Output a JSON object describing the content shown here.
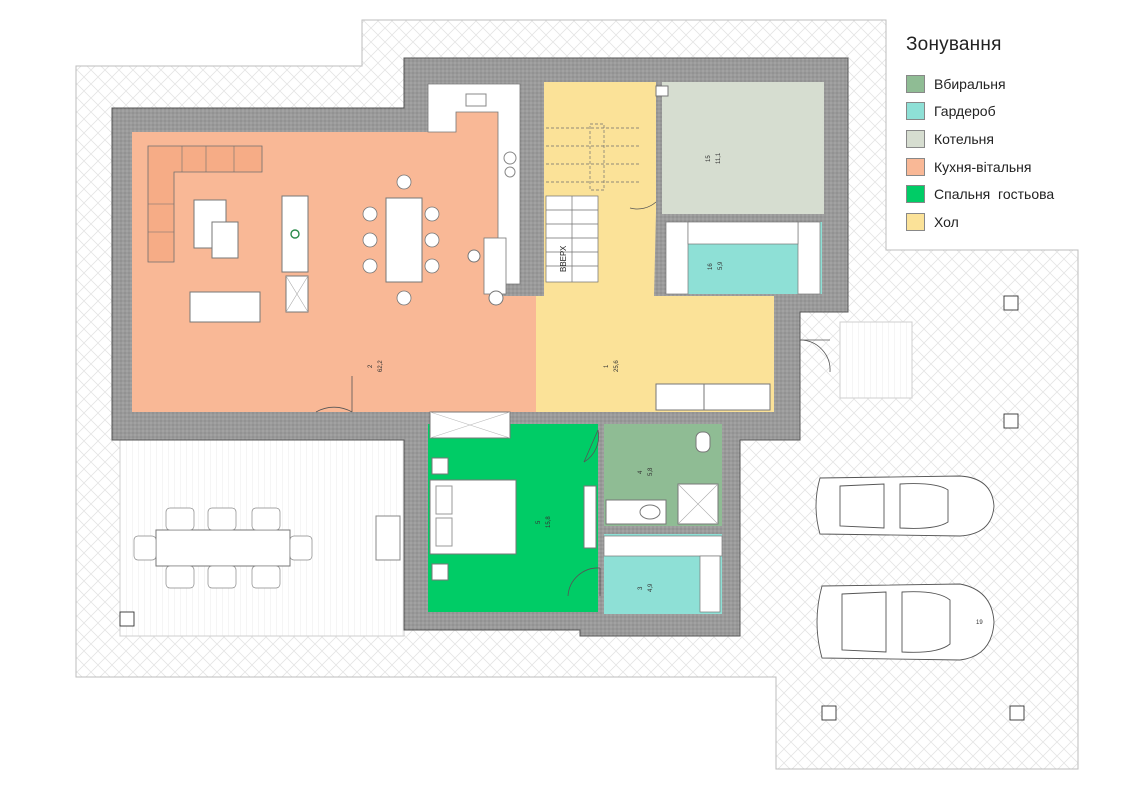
{
  "legend": {
    "title": "Зонування",
    "items": [
      {
        "label": "Вбиральня",
        "color": "#8fbc94"
      },
      {
        "label": "Гардероб",
        "color": "#8ee0d6"
      },
      {
        "label": "Котельня",
        "color": "#d6ddd0"
      },
      {
        "label": "Кухня-вітальня",
        "color": "#f9b896"
      },
      {
        "label": "Спальня  гостьова",
        "color": "#00cc66"
      },
      {
        "label": "Хол",
        "color": "#fbe298"
      }
    ]
  },
  "rooms": {
    "living": {
      "number": "2",
      "area": "62,2"
    },
    "hall": {
      "number": "1",
      "area": "25,6"
    },
    "boiler": {
      "number": "15",
      "area": "11,1"
    },
    "wardrobe_top": {
      "number": "16",
      "area": "5,9"
    },
    "bathroom": {
      "number": "4",
      "area": "5,8"
    },
    "bedroom": {
      "number": "5",
      "area": "15,8"
    },
    "wardrobe_bottom": {
      "number": "3",
      "area": "4,9"
    }
  },
  "stairs": {
    "label": "ВВЕРХ"
  },
  "car_plate": "19"
}
